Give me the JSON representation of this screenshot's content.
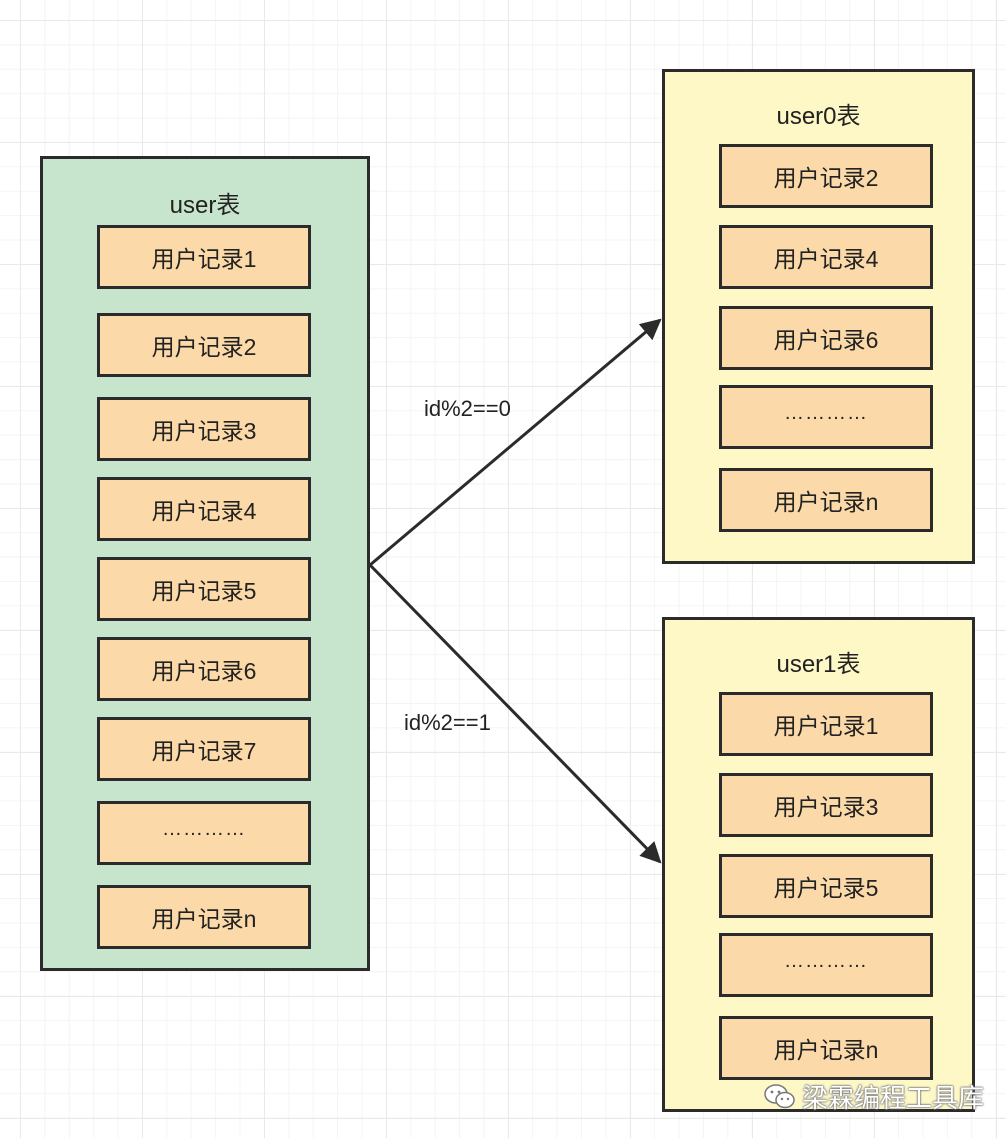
{
  "source_table": {
    "title": "user表",
    "records": [
      "用户记录1",
      "用户记录2",
      "用户记录3",
      "用户记录4",
      "用户记录5",
      "用户记录6",
      "用户记录7",
      "…………",
      "用户记录n"
    ]
  },
  "shard0": {
    "title": "user0表",
    "records": [
      "用户记录2",
      "用户记录4",
      "用户记录6",
      "…………",
      "用户记录n"
    ]
  },
  "shard1": {
    "title": "user1表",
    "records": [
      "用户记录1",
      "用户记录3",
      "用户记录5",
      "…………",
      "用户记录n"
    ]
  },
  "arrows": {
    "upper_label": "id%2==0",
    "lower_label": "id%2==1"
  },
  "watermark": {
    "text": "梁霖编程工具库",
    "icon": "wechat-icon"
  },
  "colors": {
    "source_fill": "#c7e5cd",
    "shard_fill": "#fdf8c6",
    "record_fill": "#fbd9a8",
    "stroke": "#2b2b2b"
  }
}
